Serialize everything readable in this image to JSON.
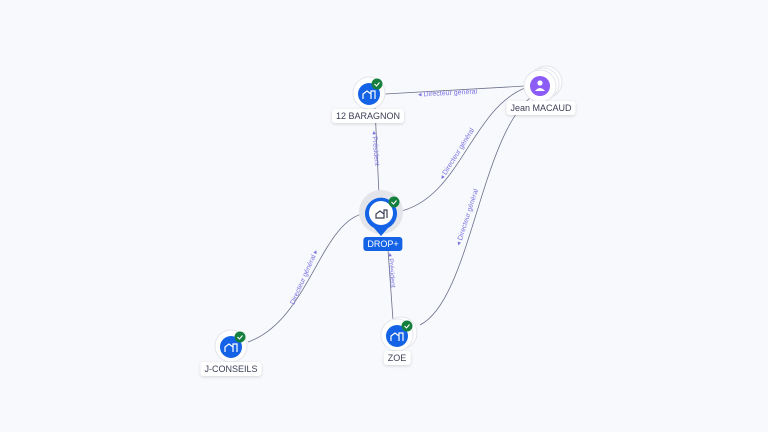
{
  "nodes": {
    "baragnon": {
      "label": "12 BARAGNON",
      "type": "company",
      "verified": true
    },
    "macaud": {
      "label": "Jean MACAUD",
      "type": "person"
    },
    "drop": {
      "label": "DROP+",
      "type": "company",
      "verified": true,
      "main": true
    },
    "jconseils": {
      "label": "J-CONSEILS",
      "type": "company",
      "verified": true
    },
    "zoe": {
      "label": "ZOE",
      "type": "company",
      "verified": true
    }
  },
  "edges": {
    "macaud_baragnon": "Directeur général",
    "macaud_drop": "Directeur général",
    "macaud_zoe": "Directeur général",
    "drop_baragnon": "Président",
    "zoe_drop": "Président",
    "drop_jconseils": "Directeur général"
  },
  "colors": {
    "accent": "#1463e6",
    "person": "#8b5cf6",
    "verified": "#15803d",
    "edge_label": "#7b74e0"
  }
}
